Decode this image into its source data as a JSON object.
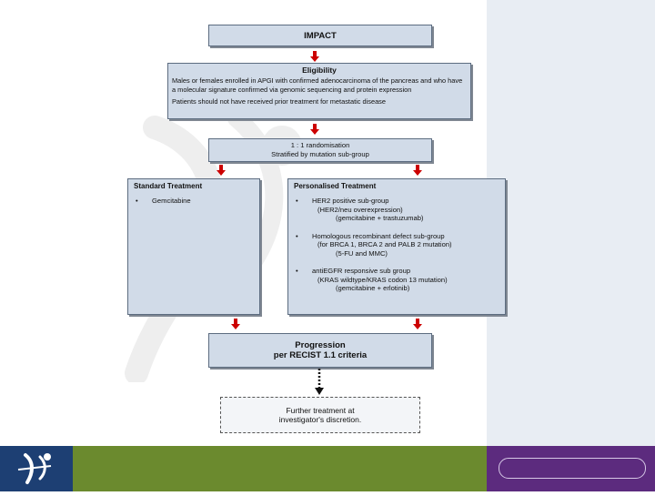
{
  "title": "IMPACT",
  "eligibility": {
    "heading": "Eligibility",
    "text1": "Males or females enrolled in APGI with confirmed adenocarcinoma of the pancreas and who have a molecular signature confirmed via genomic sequencing and protein expression",
    "text2": "Patients should not have received prior treatment for metastatic disease"
  },
  "randomisation": {
    "line1": "1 : 1 randomisation",
    "line2": "Stratified by mutation sub-group"
  },
  "standard": {
    "heading": "Standard Treatment",
    "items": [
      {
        "bullet": "•",
        "label": "Gemcitabine"
      }
    ]
  },
  "personalised": {
    "heading": "Personalised Treatment",
    "items": [
      {
        "bullet": "•",
        "label": "HER2 positive sub-group",
        "detail": "(HER2/neu overexpression)",
        "regimen": "(gemcitabine + trastuzumab)"
      },
      {
        "bullet": "•",
        "label": "Homologous recombinant defect sub-group",
        "detail": "(for BRCA 1, BRCA 2 and PALB 2 mutation)",
        "regimen": "(5-FU and MMC)"
      },
      {
        "bullet": "•",
        "label": "antiEGFR responsive sub group",
        "detail": "(KRAS wildtype/KRAS codon 13 mutation)",
        "regimen": "(gemcitabine + erlotinib)"
      }
    ]
  },
  "progression": {
    "line1": "Progression",
    "line2": "per RECIST 1.1 criteria"
  },
  "further": {
    "line1": "Further treatment at",
    "line2": "investigator's discretion."
  },
  "colors": {
    "box_fill": "#d1dbe8",
    "arrow": "#cc0000",
    "footer_blue": "#1d3f73",
    "footer_green": "#6b8a2e",
    "footer_purple": "#5c2b7e",
    "side_panel": "#e8edf3"
  }
}
